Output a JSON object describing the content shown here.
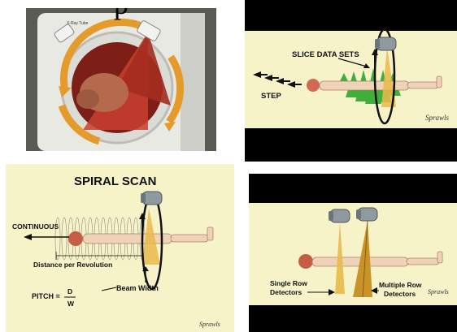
{
  "top_heading_fragment": "p",
  "panel_gantry": {
    "xray_tube_label": "X-Ray Tube",
    "colors": {
      "frame": "#e8e8e4",
      "ring": "#8a2a1e",
      "beam": "#c63a2a",
      "arrow": "#e59a2c"
    }
  },
  "panel_step_scan": {
    "title": "SLICE DATA SETS",
    "step_label": "STEP",
    "signature": "Sprawls",
    "colors": {
      "background": "#f7f3c8",
      "slices": "#3fae3a",
      "beam": "#e9b94b"
    }
  },
  "panel_spiral_scan": {
    "title": "SPIRAL SCAN",
    "continuous_label": "CONTINUOUS",
    "distance_label": "Distance per Revolution",
    "pitch_label": "PITCH =",
    "pitch_numerator": "D",
    "pitch_denominator": "W",
    "beam_width_label": "Beam Width",
    "signature": "Sprawls"
  },
  "panel_detectors": {
    "single_row_label_line1": "Single Row",
    "single_row_label_line2": "Detectors",
    "multiple_row_label_line1": "Multiple Row",
    "multiple_row_label_line2": "Detectors",
    "signature": "Sprawls"
  }
}
